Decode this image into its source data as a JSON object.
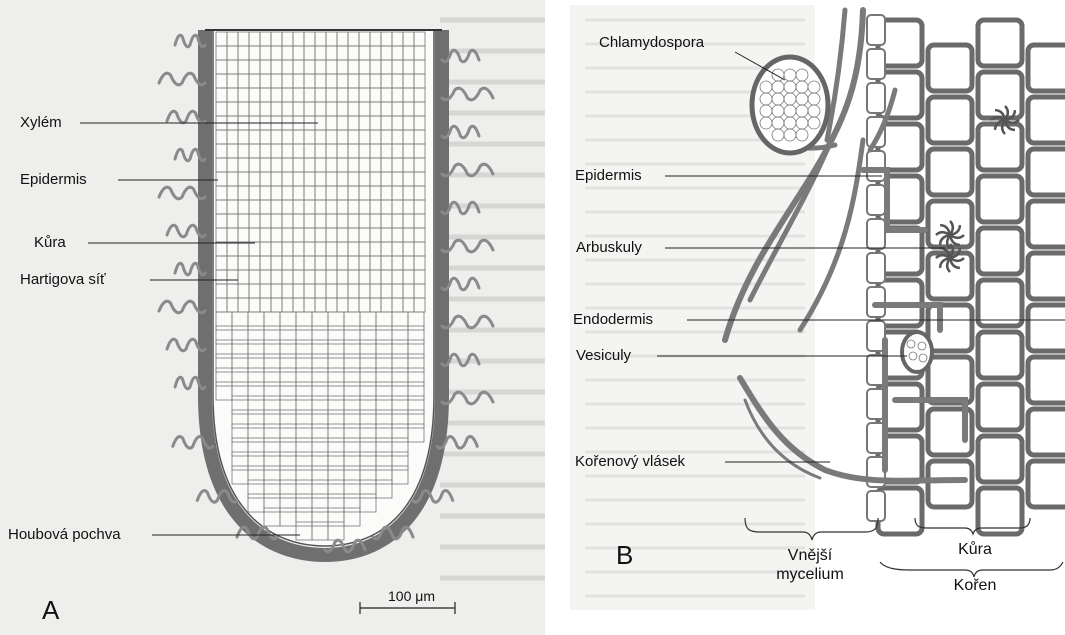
{
  "panel_a": {
    "letter": "A",
    "labels": {
      "xylem": "Xylém",
      "epidermis": "Epidermis",
      "cortex": "Kůra",
      "hartig_net": "Hartigova síť",
      "fungal_sheath": "Houbová pochva"
    },
    "scale_bar": "100 μm"
  },
  "panel_b": {
    "letter": "B",
    "labels": {
      "chlamydospore": "Chlamydospora",
      "epidermis": "Epidermis",
      "arbuscules": "Arbuskuly",
      "endodermis": "Endodermis",
      "vesicles": "Vesiculy",
      "root_hair": "Kořenový vlásek"
    },
    "brackets": {
      "outer_mycelium_line1": "Vnější",
      "outer_mycelium_line2": "mycelium",
      "cortex": "Kůra",
      "root": "Kořen"
    }
  },
  "colors": {
    "sheath": "#6f6f6f",
    "hypha": "#8a8a8a",
    "cell_line": "#555555",
    "background_a": "#eeeeec"
  }
}
